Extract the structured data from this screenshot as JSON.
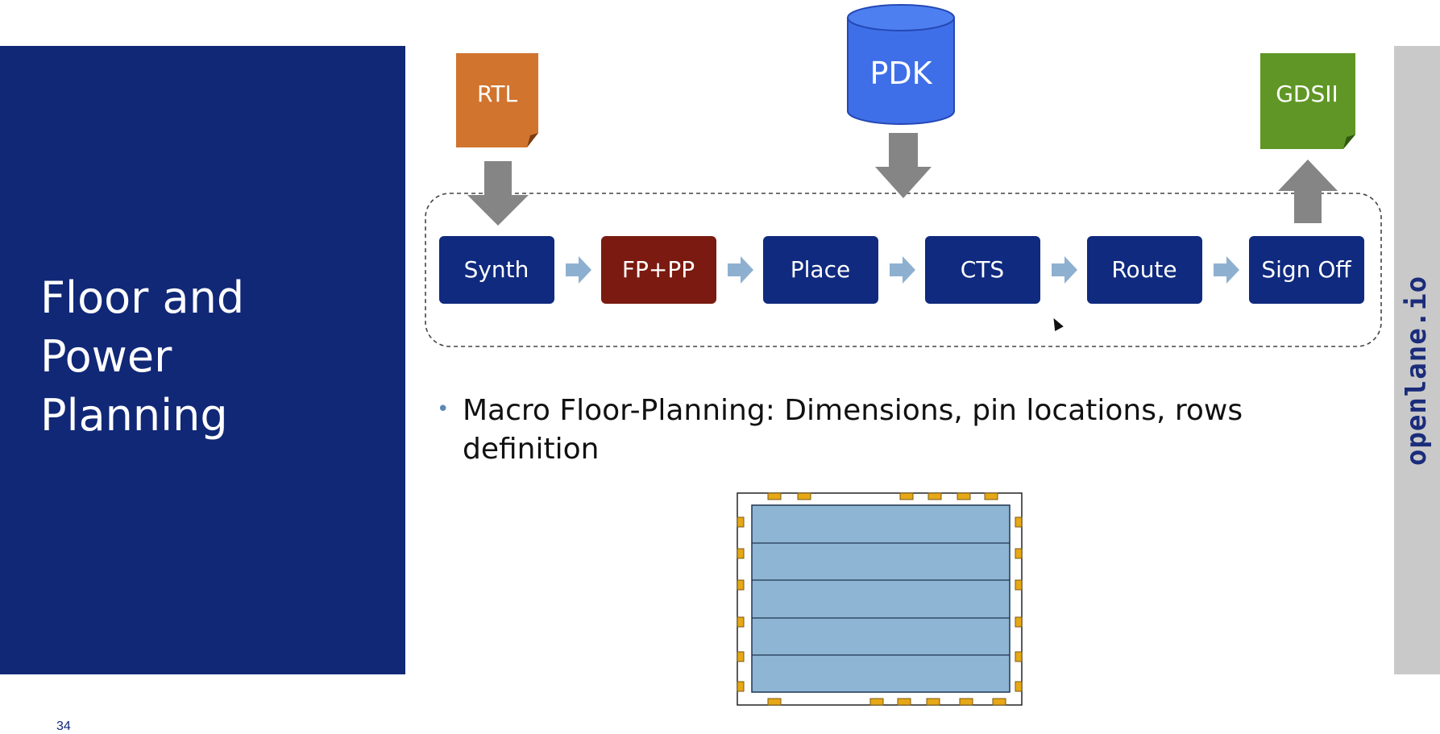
{
  "slide": {
    "title_lines": [
      "Floor and",
      "Power",
      "Planning"
    ],
    "bullet": "Macro Floor-Planning: Dimensions, pin locations, rows definition",
    "page_number": "34",
    "side_label": "openlane.io"
  },
  "inputs": {
    "rtl": "RTL",
    "pdk": "PDK",
    "gdsii": "GDSII"
  },
  "flow_steps": [
    {
      "label": "Synth",
      "color": "#0f2a7e"
    },
    {
      "label": "FP+PP",
      "color": "#7a1a10"
    },
    {
      "label": "Place",
      "color": "#0f2a7e"
    },
    {
      "label": "CTS",
      "color": "#0f2a7e"
    },
    {
      "label": "Route",
      "color": "#0f2a7e"
    },
    {
      "label": "Sign Off",
      "color": "#0f2a7e"
    }
  ],
  "colors": {
    "title_panel": "#112877",
    "rtl_doc": "#d1742e",
    "pdk_db": "#3f6fe8",
    "gdsii_doc": "#5f9626",
    "arrow_gray": "#858585",
    "step_arrow": "#8eb0d0",
    "core_fill": "#8eb6d4",
    "pin_fill": "#e6a817"
  }
}
